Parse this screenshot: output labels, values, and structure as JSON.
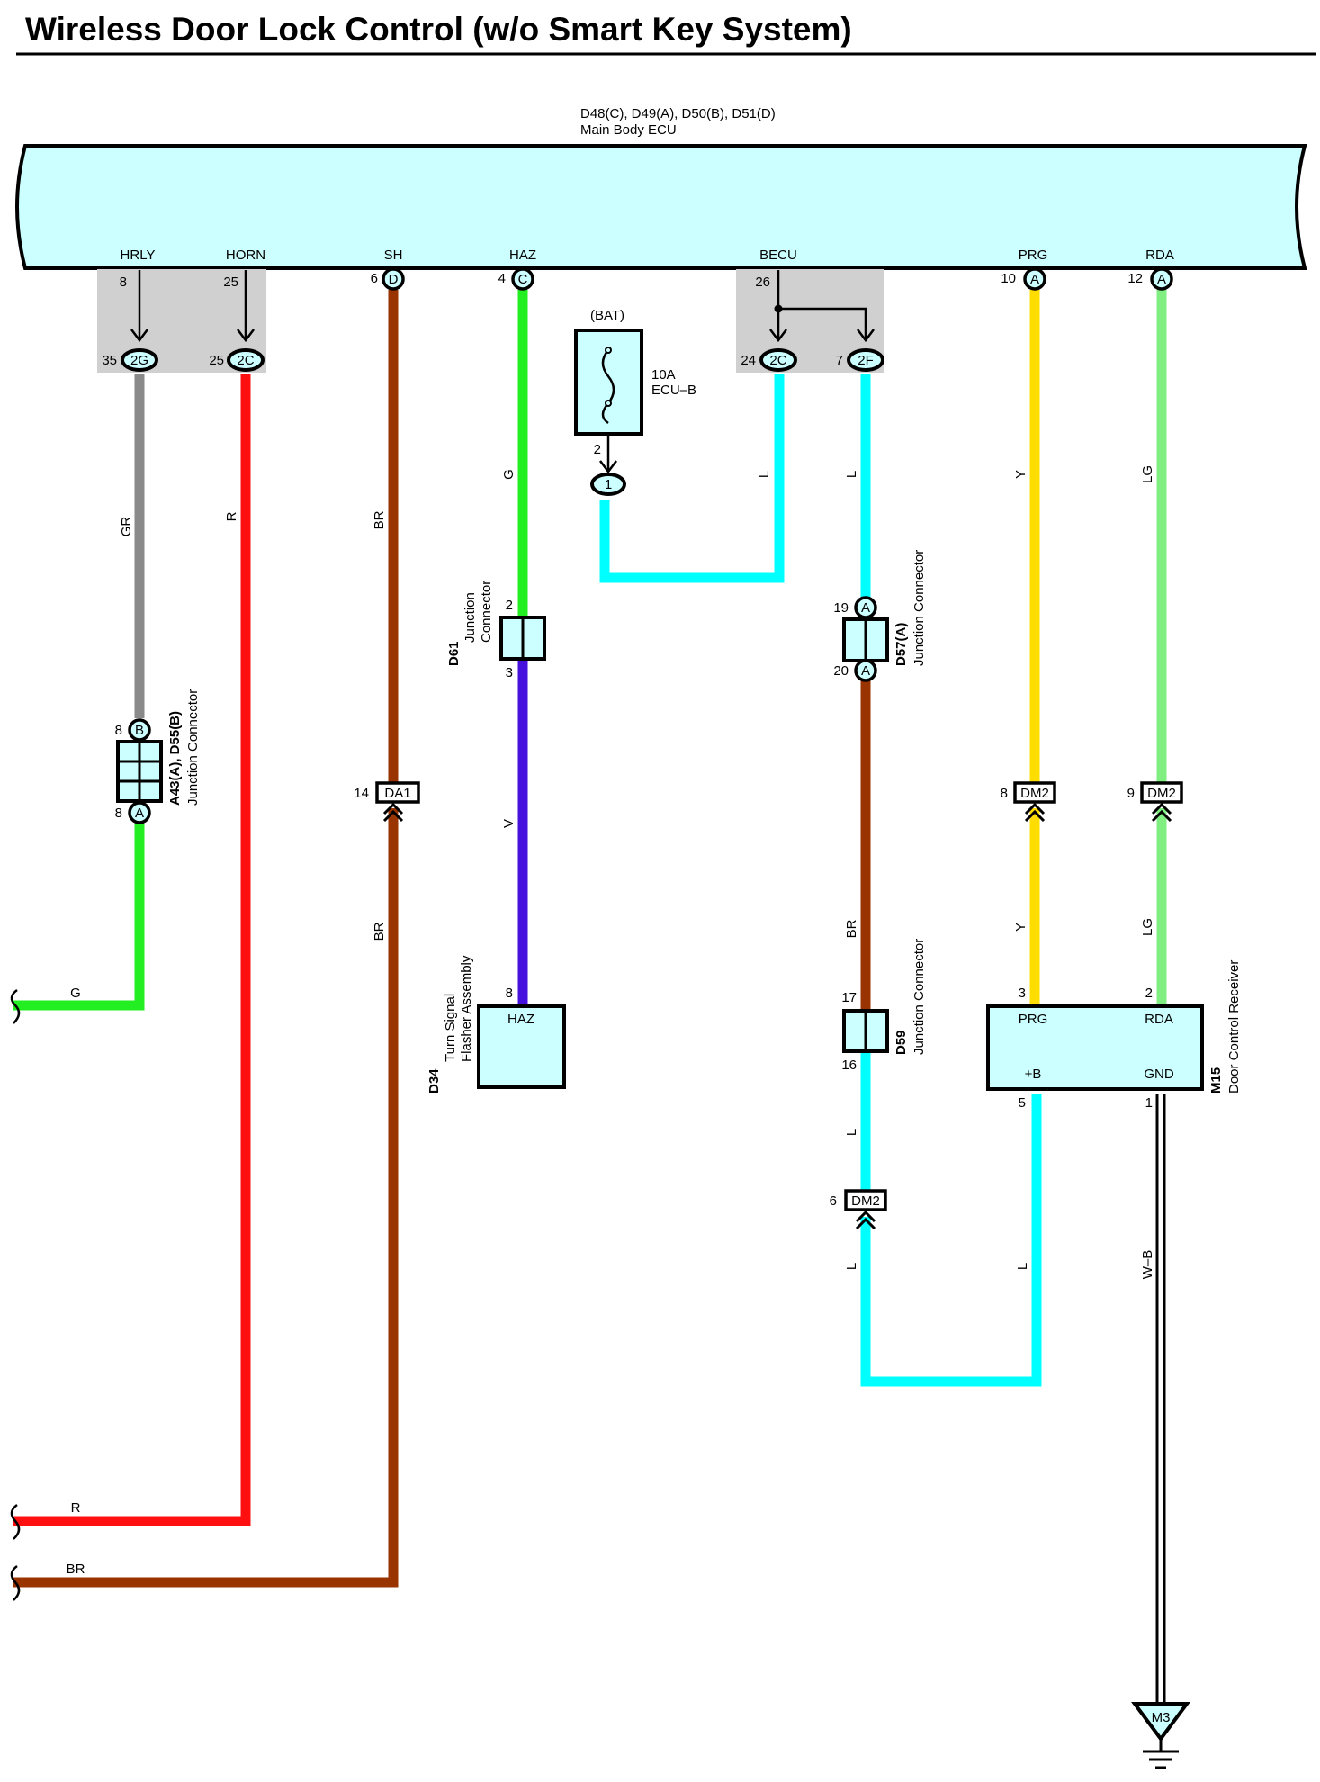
{
  "title": "Wireless Door Lock Control (w/o Smart Key System)",
  "colors": {
    "ecu_fill": "#ccffff",
    "gray_block": "#d0d0d0",
    "wire_GR": "#8a8a8a",
    "wire_R": "#ff1010",
    "wire_BR": "#993300",
    "wire_G": "#22ee22",
    "wire_V": "#4411dd",
    "wire_L": "#00ffff",
    "wire_Y": "#ffdd00",
    "wire_LG": "#80ee80",
    "wire_WB": "#ffffff"
  },
  "ecu": {
    "codes": "D48(C), D49(A), D50(B), D51(D)",
    "name": "Main Body ECU",
    "terminals": [
      {
        "label": "HRLY",
        "pin": "8",
        "conn": ""
      },
      {
        "label": "HORN",
        "pin": "25",
        "conn": ""
      },
      {
        "label": "SH",
        "pin": "6",
        "conn": "D"
      },
      {
        "label": "HAZ",
        "pin": "4",
        "conn": "C"
      },
      {
        "label": "BECU",
        "pin": "26",
        "conn": ""
      },
      {
        "label": "PRG",
        "pin": "10",
        "conn": "A"
      },
      {
        "label": "RDA",
        "pin": "12",
        "conn": "A"
      }
    ]
  },
  "internal_connectors": [
    {
      "pin": "35",
      "conn": "2G"
    },
    {
      "pin": "25",
      "conn": "2C"
    },
    {
      "pin": "24",
      "conn": "2C"
    },
    {
      "pin": "7",
      "conn": "2F"
    }
  ],
  "fuse": {
    "source": "(BAT)",
    "rating": "10A",
    "name": "ECU–B",
    "out_pin": "2",
    "out_conn": "1"
  },
  "wire_labels": {
    "GR": "GR",
    "R": "R",
    "BR": "BR",
    "G": "G",
    "V": "V",
    "L": "L",
    "Y": "Y",
    "LG": "LG",
    "WB": "W–B"
  },
  "junctions": {
    "a43": {
      "code": "A43(A), D55(B)",
      "name": "Junction Connector",
      "top_pin": "8",
      "top_conn": "B",
      "bot_pin": "8",
      "bot_conn": "A"
    },
    "d61": {
      "code": "D61",
      "name1": "Junction",
      "name2": "Connector",
      "top_pin": "2",
      "bot_pin": "3"
    },
    "d57": {
      "code": "D57(A)",
      "name": "Junction Connector",
      "top_pin": "19",
      "top_conn": "A",
      "bot_pin": "20",
      "bot_conn": "A"
    },
    "d59": {
      "code": "D59",
      "name": "Junction Connector",
      "top_pin": "17",
      "bot_pin": "16"
    }
  },
  "inline_connectors": [
    {
      "pin": "14",
      "conn": "DA1"
    },
    {
      "pin": "8",
      "conn": "DM2"
    },
    {
      "pin": "9",
      "conn": "DM2"
    },
    {
      "pin": "6",
      "conn": "DM2"
    }
  ],
  "d34": {
    "code": "D34",
    "name1": "Turn Signal",
    "name2": "Flasher Assembly",
    "pin": "8",
    "label": "HAZ"
  },
  "m15": {
    "code": "M15",
    "name": "Door Control Receiver",
    "pins": [
      {
        "pin": "3",
        "label": "PRG"
      },
      {
        "pin": "2",
        "label": "RDA"
      },
      {
        "pin": "5",
        "label": "+B"
      },
      {
        "pin": "1",
        "label": "GND"
      }
    ]
  },
  "ground": {
    "label": "M3"
  },
  "exits": [
    "G",
    "R",
    "BR"
  ]
}
